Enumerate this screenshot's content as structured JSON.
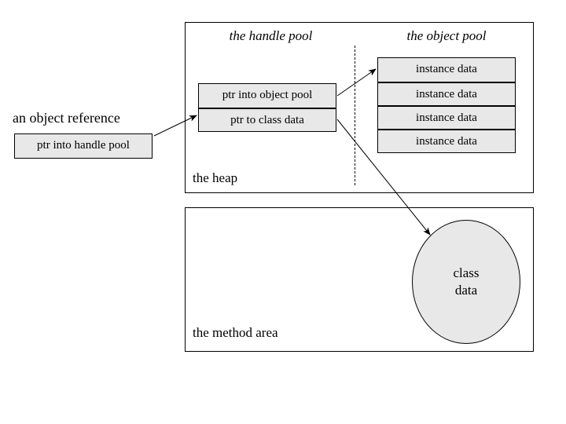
{
  "diagram": {
    "title_text_present": false,
    "colors": {
      "fill": "#e8e8e8",
      "stroke": "#000000",
      "background": "#ffffff"
    }
  },
  "object_reference": {
    "label": "an object reference",
    "slot": "ptr into handle pool"
  },
  "heap": {
    "label": "the heap",
    "handle_pool": {
      "title": "the handle pool",
      "record_slots": [
        "ptr into object pool",
        "ptr to class data"
      ]
    },
    "object_pool": {
      "title": "the object pool",
      "record_slots": [
        "instance data",
        "instance data",
        "instance data",
        "instance data"
      ]
    }
  },
  "method_area": {
    "label": "the method area",
    "class_data": {
      "line1": "class",
      "line2": "data"
    }
  },
  "arrows": [
    {
      "name": "reference-to-handle",
      "from": "ptr into handle pool",
      "to": "ptr to class data"
    },
    {
      "name": "handle-to-instance",
      "from": "ptr into object pool",
      "to": "instance data"
    },
    {
      "name": "handle-to-class-data",
      "from": "ptr to class data",
      "to": "class data"
    }
  ]
}
